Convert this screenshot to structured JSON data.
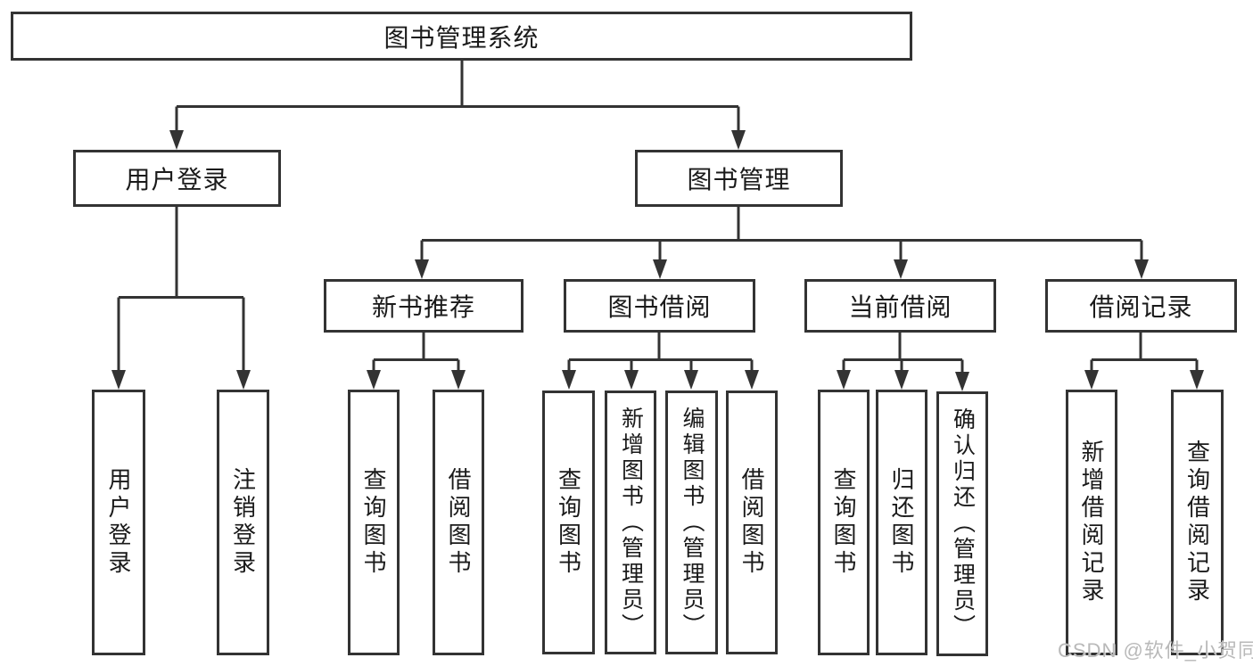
{
  "diagram": {
    "root": {
      "label": "图书管理系统"
    },
    "branches": [
      {
        "label": "用户登录",
        "children": [
          {
            "label": "用户登录"
          },
          {
            "label": "注销登录"
          }
        ]
      },
      {
        "label": "图书管理",
        "children": [
          {
            "label": "新书推荐",
            "children": [
              {
                "label": "查询图书"
              },
              {
                "label": "借阅图书"
              }
            ]
          },
          {
            "label": "图书借阅",
            "children": [
              {
                "label": "查询图书"
              },
              {
                "label": "新增图书（管理员）"
              },
              {
                "label": "编辑图书（管理员）"
              },
              {
                "label": "借阅图书"
              }
            ]
          },
          {
            "label": "当前借阅",
            "children": [
              {
                "label": "查询图书"
              },
              {
                "label": "归还图书"
              },
              {
                "label": "确认归还（管理员）"
              }
            ]
          },
          {
            "label": "借阅记录",
            "children": [
              {
                "label": "新增借阅记录"
              },
              {
                "label": "查询借阅记录"
              }
            ]
          }
        ]
      }
    ]
  },
  "watermark": {
    "text": "CSDN @软件_小贺同学"
  },
  "colors": {
    "line": "#333333",
    "text": "#1a1a1a",
    "background": "#ffffff",
    "watermark": "#b9b9b9"
  }
}
